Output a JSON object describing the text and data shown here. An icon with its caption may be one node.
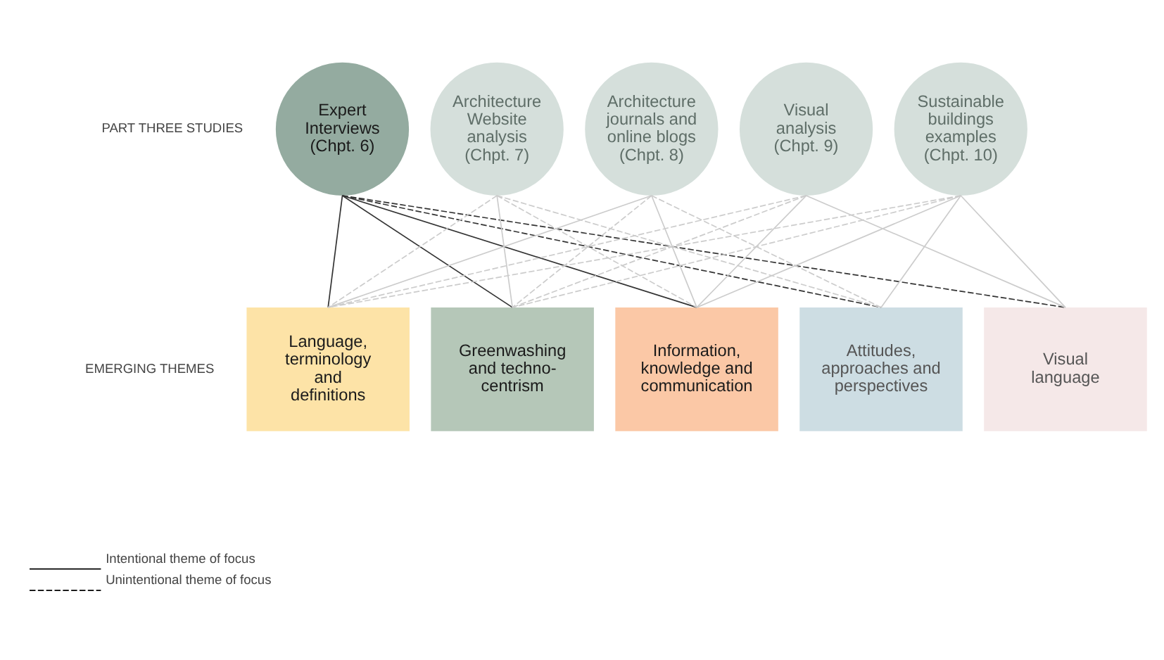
{
  "diagram": {
    "nodes": [
      {
        "text": [
          "Expert Interviews (Chpt. 6)"
        ]
      },
      {
        "text": [
          "Architecture Website analysis (Chpt. 7)"
        ]
      },
      {
        "text": [
          "Architecture journals and online blogs (Chpt. 8)"
        ]
      },
      {
        "text": [
          "Visual analysis (Chpt. 9)"
        ]
      },
      {
        "text": [
          "Sustainable buildings examples (Chpt. 10)"
        ]
      },
      {
        "text": [
          "Language, terminology and definitions"
        ]
      },
      {
        "text": [
          "Greenwashing and techno-centrism"
        ]
      },
      {
        "text": [
          "Information, knowledge and communication"
        ]
      },
      {
        "text": [
          "Attitudes, approaches and perspectives"
        ]
      },
      {
        "text": [
          "Visual language"
        ]
      }
    ],
    "edges": [
      {
        "from": 0,
        "to": 5,
        "arrow": "none",
        "color": "#333333"
      },
      {
        "from": 0,
        "to": 6,
        "arrow": "none",
        "color": "#333333"
      },
      {
        "from": 0,
        "to": 7,
        "arrow": "none",
        "color": "#333333"
      },
      {
        "from": 0,
        "to": 8,
        "arrow": "none",
        "style": "dashed",
        "color": "#333333"
      },
      {
        "from": 0,
        "to": 9,
        "arrow": "none",
        "style": "dashed",
        "color": "#333333"
      },
      {
        "from": 1,
        "to": 5,
        "arrow": "none",
        "style": "dashed"
      },
      {
        "from": 1,
        "to": 6,
        "arrow": "none"
      },
      {
        "from": 1,
        "to": 7,
        "arrow": "none",
        "style": "dashed"
      },
      {
        "from": 1,
        "to": 8,
        "arrow": "none",
        "style": "dashed"
      },
      {
        "from": 2,
        "to": 5,
        "arrow": "none"
      },
      {
        "from": 2,
        "to": 6,
        "arrow": "none",
        "style": "dashed"
      },
      {
        "from": 2,
        "to": 7,
        "arrow": "none"
      },
      {
        "from": 2,
        "to": 8,
        "arrow": "none",
        "style": "dashed"
      },
      {
        "from": 3,
        "to": 5,
        "arrow": "none",
        "style": "dashed"
      },
      {
        "from": 3,
        "to": 6,
        "arrow": "none",
        "style": "dashed"
      },
      {
        "from": 3,
        "to": 7,
        "arrow": "none"
      },
      {
        "from": 3,
        "to": 9,
        "arrow": "none"
      },
      {
        "from": 4,
        "to": 5,
        "arrow": "none",
        "style": "dashed"
      },
      {
        "from": 4,
        "to": 6,
        "arrow": "none",
        "style": "dashed"
      },
      {
        "from": 4,
        "to": 7,
        "arrow": "none"
      },
      {
        "from": 4,
        "to": 8,
        "arrow": "none"
      },
      {
        "from": 4,
        "to": 9,
        "arrow": "none"
      }
    ],
    "labels": [
      "PART THREE STUDIES",
      "EMERGING THEMES"
    ],
    "legend": [
      {
        "text": "Intentional theme of focus"
      },
      {
        "text": "Unintentional theme of focus"
      }
    ]
  }
}
